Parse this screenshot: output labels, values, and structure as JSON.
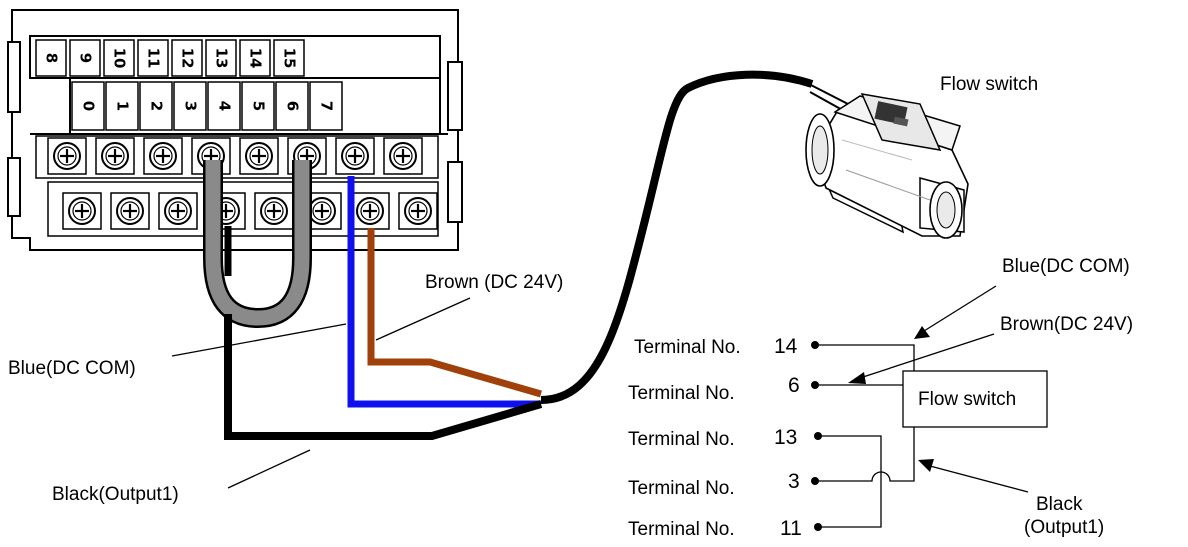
{
  "terminal_block": {
    "upper_numbers": [
      "8",
      "9",
      "10",
      "11",
      "12",
      "13",
      "14",
      "15"
    ],
    "lower_numbers": [
      "0",
      "1",
      "2",
      "3",
      "4",
      "5",
      "6",
      "7"
    ]
  },
  "labels": {
    "flow_switch_device": "Flow switch",
    "brown_wire": "Brown (DC 24V)",
    "blue_wire": "Blue(DC COM)",
    "black_wire": "Black(Output1)"
  },
  "schematic": {
    "terminal_prefix": "Terminal No.",
    "terminals": [
      "14",
      "6",
      "13",
      "3",
      "11"
    ],
    "box_label": "Flow switch",
    "blue_label": "Blue(DC COM)",
    "brown_label": "Brown(DC 24V)",
    "black_label_line1": "Black",
    "black_label_line2": "(Output1)"
  },
  "colors": {
    "blue_wire": "#1010ee",
    "brown_wire": "#a0400a",
    "black_wire": "#000000",
    "jumper": "#8a8a8a"
  }
}
